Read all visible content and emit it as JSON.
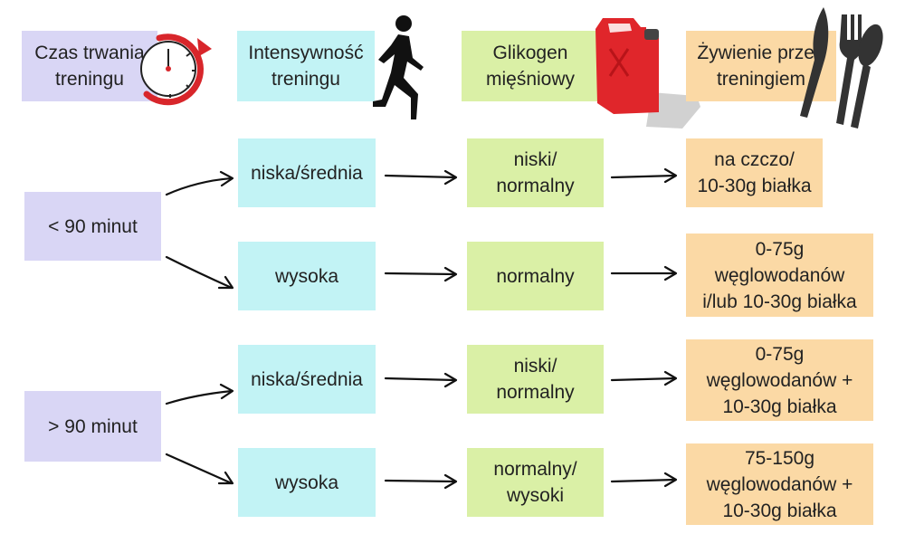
{
  "headers": {
    "duration": "Czas trwania\ntreningu",
    "intensity": "Intensywność\ntreningu",
    "glycogen": "Glikogen\nmięśniowy",
    "nutrition": "Żywienie przed\ntreningiem"
  },
  "durations": {
    "short": "< 90 minut",
    "long": "> 90 minut"
  },
  "rows": [
    {
      "intensity": "niska/średnia",
      "glycogen": "niski/\nnormalny",
      "nutrition": "na czczo/\n10-30g białka"
    },
    {
      "intensity": "wysoka",
      "glycogen": "normalny",
      "nutrition": "0-75g\nwęglowodanów\ni/lub 10-30g białka"
    },
    {
      "intensity": "niska/średnia",
      "glycogen": "niski/\nnormalny",
      "nutrition": "0-75g\nwęglowodanów +\n10-30g białka"
    },
    {
      "intensity": "wysoka",
      "glycogen": "normalny/\nwysoki",
      "nutrition": "75-150g\nwęglowodanów +\n10-30g białka"
    }
  ],
  "icons": [
    "clock-icon",
    "runner-icon",
    "fuel-can-icon",
    "cutlery-icon"
  ],
  "colors": {
    "duration": "#d9d6f5",
    "intensity": "#c2f3f5",
    "glycogen": "#daf0a6",
    "nutrition": "#fbd9a5",
    "accent_red": "#e0262b"
  }
}
